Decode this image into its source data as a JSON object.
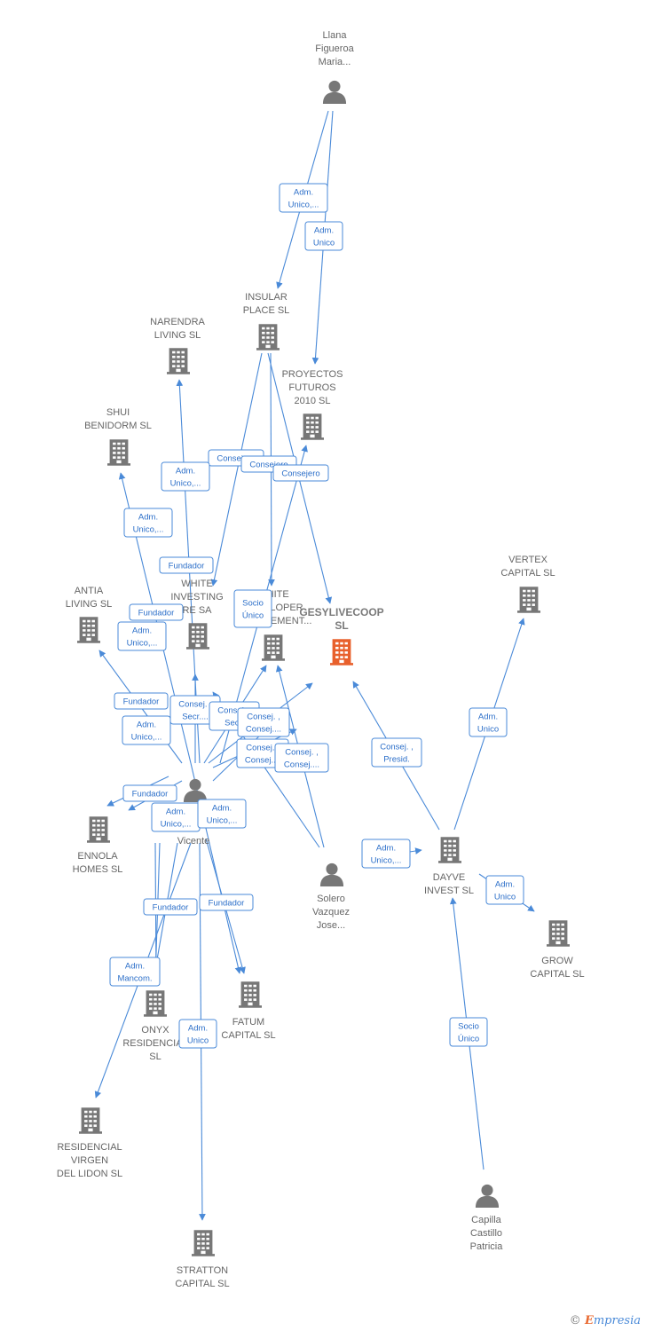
{
  "colors": {
    "edge": "#4a8ad8",
    "building": "#777777",
    "highlight": "#e8602c",
    "person": "#777777"
  },
  "nodes": [
    {
      "id": "llana",
      "type": "person",
      "label": [
        "Llana",
        "Figueroa",
        "Maria..."
      ]
    },
    {
      "id": "insular",
      "type": "company",
      "label": [
        "INSULAR",
        "PLACE  SL"
      ]
    },
    {
      "id": "narendra",
      "type": "company",
      "label": [
        "NARENDRA",
        "LIVING  SL"
      ]
    },
    {
      "id": "proyectos",
      "type": "company",
      "label": [
        "PROYECTOS",
        "FUTUROS",
        "2010 SL"
      ]
    },
    {
      "id": "shui",
      "type": "company",
      "label": [
        "SHUI",
        "BENIDORM  SL"
      ]
    },
    {
      "id": "vertex",
      "type": "company",
      "label": [
        "VERTEX",
        "CAPITAL  SL"
      ]
    },
    {
      "id": "antia",
      "type": "company",
      "label": [
        "ANTIA",
        "LIVING  SL"
      ]
    },
    {
      "id": "white_investing",
      "type": "company",
      "label": [
        "WHITE",
        "INVESTING",
        "RE SA"
      ]
    },
    {
      "id": "white_developer",
      "type": "company",
      "label": [
        "WHITE",
        "DEVELOPER",
        "MANAGEMENT..."
      ]
    },
    {
      "id": "gesylivecoop",
      "type": "company",
      "highlight": true,
      "label": [
        "GESYLIVECOOP",
        "SL"
      ]
    },
    {
      "id": "vicente",
      "type": "person",
      "label": [
        "Vicente"
      ]
    },
    {
      "id": "ennola",
      "type": "company",
      "label": [
        "ENNOLA",
        "HOMES  SL"
      ]
    },
    {
      "id": "solero",
      "type": "person",
      "label": [
        "Solero",
        "Vazquez",
        "Jose..."
      ]
    },
    {
      "id": "dayve",
      "type": "company",
      "label": [
        "DAYVE",
        "INVEST  SL"
      ]
    },
    {
      "id": "grow",
      "type": "company",
      "label": [
        "GROW",
        "CAPITAL  SL"
      ]
    },
    {
      "id": "onyx",
      "type": "company",
      "label": [
        "ONYX",
        "RESIDENCIAL",
        "SL"
      ]
    },
    {
      "id": "fatum",
      "type": "company",
      "label": [
        "FATUM",
        "CAPITAL  SL"
      ]
    },
    {
      "id": "residencial",
      "type": "company",
      "label": [
        "RESIDENCIAL",
        "VIRGEN",
        "DEL LIDON SL"
      ]
    },
    {
      "id": "stratton",
      "type": "company",
      "label": [
        "STRATTON",
        "CAPITAL  SL"
      ]
    },
    {
      "id": "capilla",
      "type": "person",
      "label": [
        "Capilla",
        "Castillo",
        "Patricia"
      ]
    }
  ],
  "edge_labels": [
    [
      "Adm.",
      "Unico,..."
    ],
    [
      "Adm.",
      "Unico"
    ],
    [
      "Consejero"
    ],
    [
      "Consejero"
    ],
    [
      "Consejero"
    ],
    [
      "Adm.",
      "Unico,..."
    ],
    [
      "Adm.",
      "Unico,..."
    ],
    [
      "Fundador"
    ],
    [
      "Fundador"
    ],
    [
      "Socio",
      "Único"
    ],
    [
      "Adm.",
      "Unico,..."
    ],
    [
      "Fundador"
    ],
    [
      "Consej. ,",
      "Secr...."
    ],
    [
      "Consej. ,",
      "Secr."
    ],
    [
      "Consej. ,",
      "Consej...."
    ],
    [
      "Adm.",
      "Unico,..."
    ],
    [
      "Consej. ,",
      "Consej...."
    ],
    [
      "Consej. ,",
      "Consej...."
    ],
    [
      "Consej. ,",
      "Presid."
    ],
    [
      "Adm.",
      "Unico"
    ],
    [
      "Fundador"
    ],
    [
      "Adm.",
      "Unico,..."
    ],
    [
      "Adm.",
      "Unico,..."
    ],
    [
      "Adm.",
      "Unico,..."
    ],
    [
      "Adm.",
      "Unico"
    ],
    [
      "Fundador"
    ],
    [
      "Fundador"
    ],
    [
      "Adm.",
      "Mancom."
    ],
    [
      "Adm.",
      "Unico"
    ],
    [
      "Socio",
      "Único"
    ]
  ],
  "footer": {
    "copyright": "©",
    "brand_initial": "E",
    "brand_rest": "mpresia"
  }
}
